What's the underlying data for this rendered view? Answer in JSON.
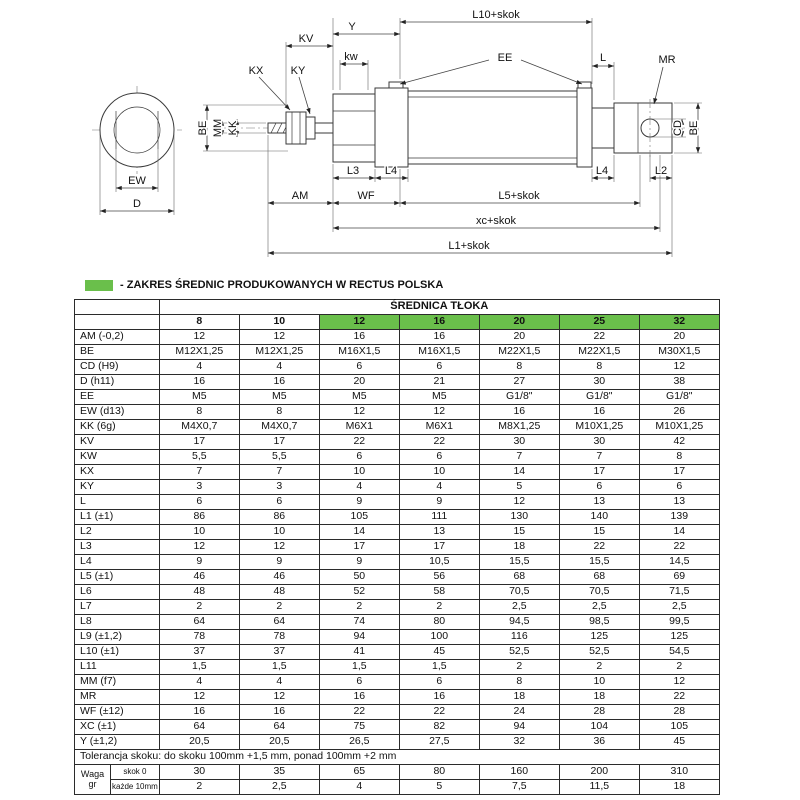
{
  "legend": {
    "text": "- ZAKRES ŚREDNIC PRODUKOWANYCH W RECTUS POLSKA",
    "color": "#6abf4b"
  },
  "diagram": {
    "labels": {
      "kv": "KV",
      "y": "Y",
      "l10": "L10+skok",
      "kx": "KX",
      "ky": "KY",
      "kw": "kw",
      "ee": "EE",
      "l": "L",
      "mr": "MR",
      "be_left": "BE",
      "mm": "MM",
      "kk": "KK",
      "cd": "CD",
      "be_right": "BE",
      "ew": "EW",
      "d": "D",
      "l3": "L3",
      "l4_left": "L4",
      "l4_right": "L4",
      "l2": "L2",
      "am": "AM",
      "wf": "WF",
      "l5": "L5+skok",
      "xc": "xc+skok",
      "l1": "L1+skok"
    }
  },
  "table": {
    "header_title": "ŚREDNICA TŁOKA",
    "columns": [
      "8",
      "10",
      "12",
      "16",
      "20",
      "25",
      "32"
    ],
    "green_columns": [
      2,
      3,
      4,
      5,
      6
    ],
    "rows": [
      {
        "label": "AM (-0,2)",
        "values": [
          "12",
          "12",
          "16",
          "16",
          "20",
          "22",
          "20"
        ]
      },
      {
        "label": "BE",
        "values": [
          "M12X1,25",
          "M12X1,25",
          "M16X1,5",
          "M16X1,5",
          "M22X1,5",
          "M22X1,5",
          "M30X1,5"
        ]
      },
      {
        "label": "CD (H9)",
        "values": [
          "4",
          "4",
          "6",
          "6",
          "8",
          "8",
          "12"
        ]
      },
      {
        "label": "D (h11)",
        "values": [
          "16",
          "16",
          "20",
          "21",
          "27",
          "30",
          "38"
        ]
      },
      {
        "label": "EE",
        "values": [
          "M5",
          "M5",
          "M5",
          "M5",
          "G1/8\"",
          "G1/8\"",
          "G1/8\""
        ]
      },
      {
        "label": "EW (d13)",
        "values": [
          "8",
          "8",
          "12",
          "12",
          "16",
          "16",
          "26"
        ]
      },
      {
        "label": "KK (6g)",
        "values": [
          "M4X0,7",
          "M4X0,7",
          "M6X1",
          "M6X1",
          "M8X1,25",
          "M10X1,25",
          "M10X1,25"
        ]
      },
      {
        "label": "KV",
        "values": [
          "17",
          "17",
          "22",
          "22",
          "30",
          "30",
          "42"
        ]
      },
      {
        "label": "KW",
        "values": [
          "5,5",
          "5,5",
          "6",
          "6",
          "7",
          "7",
          "8"
        ]
      },
      {
        "label": "KX",
        "values": [
          "7",
          "7",
          "10",
          "10",
          "14",
          "17",
          "17"
        ]
      },
      {
        "label": "KY",
        "values": [
          "3",
          "3",
          "4",
          "4",
          "5",
          "6",
          "6"
        ]
      },
      {
        "label": "L",
        "values": [
          "6",
          "6",
          "9",
          "9",
          "12",
          "13",
          "13"
        ]
      },
      {
        "label": "L1 (±1)",
        "values": [
          "86",
          "86",
          "105",
          "111",
          "130",
          "140",
          "139"
        ]
      },
      {
        "label": "L2",
        "values": [
          "10",
          "10",
          "14",
          "13",
          "15",
          "15",
          "14"
        ]
      },
      {
        "label": "L3",
        "values": [
          "12",
          "12",
          "17",
          "17",
          "18",
          "22",
          "22"
        ]
      },
      {
        "label": "L4",
        "values": [
          "9",
          "9",
          "9",
          "10,5",
          "15,5",
          "15,5",
          "14,5"
        ]
      },
      {
        "label": "L5 (±1)",
        "values": [
          "46",
          "46",
          "50",
          "56",
          "68",
          "68",
          "69"
        ]
      },
      {
        "label": "L6",
        "values": [
          "48",
          "48",
          "52",
          "58",
          "70,5",
          "70,5",
          "71,5"
        ]
      },
      {
        "label": "L7",
        "values": [
          "2",
          "2",
          "2",
          "2",
          "2,5",
          "2,5",
          "2,5"
        ]
      },
      {
        "label": "L8",
        "values": [
          "64",
          "64",
          "74",
          "80",
          "94,5",
          "98,5",
          "99,5"
        ]
      },
      {
        "label": "L9 (±1,2)",
        "values": [
          "78",
          "78",
          "94",
          "100",
          "116",
          "125",
          "125"
        ]
      },
      {
        "label": "L10 (±1)",
        "values": [
          "37",
          "37",
          "41",
          "45",
          "52,5",
          "52,5",
          "54,5"
        ]
      },
      {
        "label": "L11",
        "values": [
          "1,5",
          "1,5",
          "1,5",
          "1,5",
          "2",
          "2",
          "2"
        ]
      },
      {
        "label": "MM (f7)",
        "values": [
          "4",
          "4",
          "6",
          "6",
          "8",
          "10",
          "12"
        ]
      },
      {
        "label": "MR",
        "values": [
          "12",
          "12",
          "16",
          "16",
          "18",
          "18",
          "22"
        ]
      },
      {
        "label": "WF (±12)",
        "values": [
          "16",
          "16",
          "22",
          "22",
          "24",
          "28",
          "28"
        ]
      },
      {
        "label": "XC (±1)",
        "values": [
          "64",
          "64",
          "75",
          "82",
          "94",
          "104",
          "105"
        ]
      },
      {
        "label": "Y (±1,2)",
        "values": [
          "20,5",
          "20,5",
          "26,5",
          "27,5",
          "32",
          "36",
          "45"
        ]
      }
    ],
    "tolerance_note": "Tolerancja skoku: do skoku 100mm +1,5 mm, ponad 100mm +2 mm",
    "weight": {
      "label": "Waga gr",
      "rows": [
        {
          "label": "skok 0",
          "values": [
            "30",
            "35",
            "65",
            "80",
            "160",
            "200",
            "310"
          ]
        },
        {
          "label": "każde 10mm",
          "values": [
            "2",
            "2,5",
            "4",
            "5",
            "7,5",
            "11,5",
            "18"
          ]
        }
      ]
    }
  }
}
